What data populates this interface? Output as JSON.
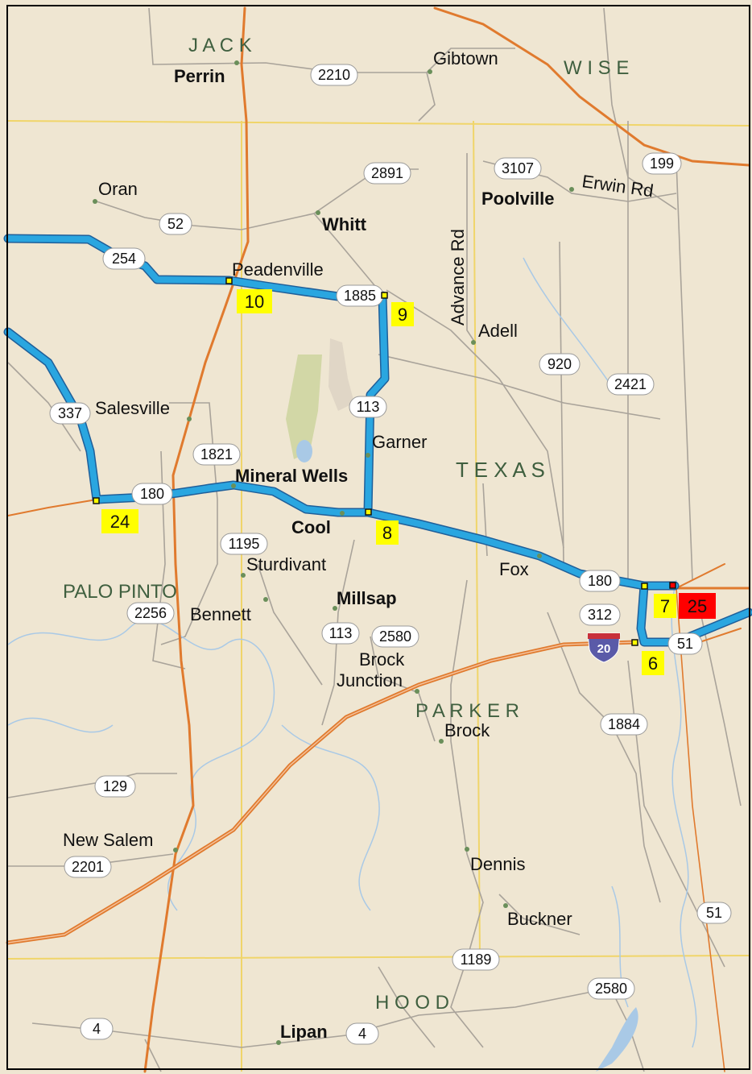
{
  "map": {
    "colors": {
      "land": "#efe6d2",
      "border": "#000000",
      "route": "#2aa6e0",
      "route_dark": "#1f5f9a",
      "highway_orange": "#e07a2e",
      "road_gray": "#a9a39a",
      "county_line": "#f0d56a",
      "stop_yellow": "#ffff00",
      "stop_red": "#ff0000",
      "water": "#a9c9e6",
      "park": "#d2d7a6"
    },
    "counties": [
      {
        "key": "jack",
        "label": "J A C K"
      },
      {
        "key": "wise",
        "label": "W I S E"
      },
      {
        "key": "palo_pinto",
        "label": "PALO PINTO"
      },
      {
        "key": "parker",
        "label": "P A R K E R"
      },
      {
        "key": "hood",
        "label": "H O O D"
      }
    ],
    "state_label": "T E X A S",
    "places": {
      "perrin": "Perrin",
      "gibtown": "Gibtown",
      "oran": "Oran",
      "whitt": "Whitt",
      "poolville": "Poolville",
      "erwin_rd": "Erwin Rd",
      "advance_rd": "Advance Rd",
      "peadenville": "Peadenville",
      "adell": "Adell",
      "salesville": "Salesville",
      "garner": "Garner",
      "mineral_wells": "Mineral Wells",
      "cool": "Cool",
      "fox": "Fox",
      "sturdivant": "Sturdivant",
      "bennett": "Bennett",
      "millsap": "Millsap",
      "brock_junction_1": "Brock",
      "brock_junction_2": "Junction",
      "brock": "Brock",
      "new_salem": "New Salem",
      "dennis": "Dennis",
      "buckner": "Buckner",
      "lipan": "Lipan"
    },
    "shields": {
      "s2210": "2210",
      "s199": "199",
      "s2891": "2891",
      "s3107": "3107",
      "s52": "52",
      "s254": "254",
      "s1885": "1885",
      "s920": "920",
      "s2421": "2421",
      "s337": "337",
      "s113a": "113",
      "s1821": "1821",
      "s180a": "180",
      "s1195": "1195",
      "s2256": "2256",
      "s113b": "113",
      "s2580a": "2580",
      "s180b": "180",
      "s312": "312",
      "s51a": "51",
      "s1884": "1884",
      "s129": "129",
      "s2201": "2201",
      "s51b": "51",
      "s1189": "1189",
      "s2580b": "2580",
      "s4a": "4",
      "s4b": "4"
    },
    "interstate": "20",
    "stops": {
      "st10": "10",
      "st9": "9",
      "st24": "24",
      "st8": "8",
      "st7": "7",
      "st25": "25",
      "st6": "6"
    }
  }
}
